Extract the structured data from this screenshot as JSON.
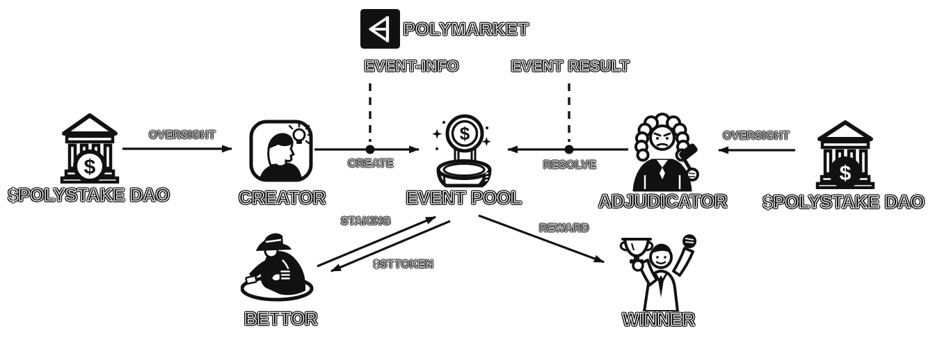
{
  "colors": {
    "ink": "#111111",
    "background": "#ffffff"
  },
  "brand": {
    "name": "POLYMARKET"
  },
  "nodes": {
    "dao_left": {
      "label": "$POLYSTAKE DAO"
    },
    "creator": {
      "label": "CREATOR"
    },
    "event_pool": {
      "label": "EVENT POOL"
    },
    "adjudicator": {
      "label": "ADJUDICATOR"
    },
    "dao_right": {
      "label": "$POLYSTAKE DAO"
    },
    "bettor": {
      "label": "BETTOR"
    },
    "winner": {
      "label": "WINNER"
    }
  },
  "edges": {
    "oversight_left": {
      "label": "OVERSIGHT",
      "from": "dao_left",
      "to": "creator"
    },
    "create": {
      "label": "CREATE",
      "from": "creator",
      "to": "event_pool"
    },
    "event_info": {
      "label": "EVENT-INFO",
      "from": "polymarket",
      "to": "create"
    },
    "event_result": {
      "label": "EVENT RESULT",
      "from": "polymarket",
      "to": "resolve"
    },
    "resolve": {
      "label": "RESOLVE",
      "from": "adjudicator",
      "to": "event_pool"
    },
    "oversight_right": {
      "label": "OVERSIGHT",
      "from": "dao_right",
      "to": "adjudicator"
    },
    "staking": {
      "label": "STAKING",
      "from": "bettor",
      "to": "event_pool"
    },
    "sttoken": {
      "label": "$STTOKEN",
      "from": "event_pool",
      "to": "bettor"
    },
    "reward": {
      "label": "REWARD",
      "from": "event_pool",
      "to": "winner"
    }
  },
  "icons": {
    "dollar": "$"
  }
}
